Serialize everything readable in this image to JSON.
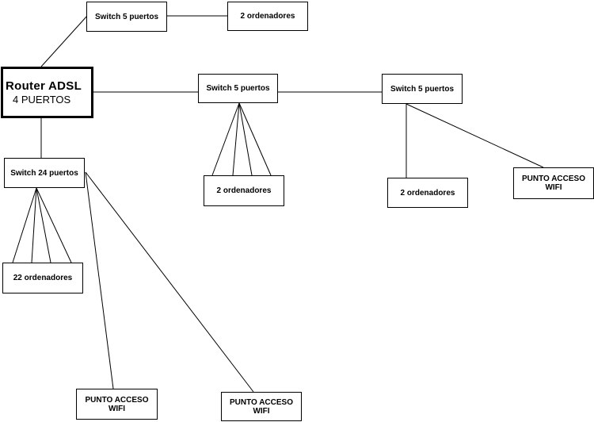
{
  "router": {
    "title": "Router ADSL",
    "subtitle": "4 PUERTOS"
  },
  "nodes": {
    "switch_top": "Switch 5 puertos",
    "pcs_top": "2 ordenadores",
    "switch_mid": "Switch 5 puertos",
    "pcs_mid": "2  ordenadores",
    "switch_right": "Switch 5 puertos",
    "pcs_right": "2  ordenadores",
    "ap_right": {
      "line1": "PUNTO ACCESO",
      "line2": "WIFI"
    },
    "switch_24": "Switch 24 puertos",
    "pcs_22": "22 ordenadores",
    "ap_bottom_1": {
      "line1": "PUNTO ACCESO",
      "line2": "WIFI"
    },
    "ap_bottom_2": {
      "line1": "PUNTO ACCESO",
      "line2": "WIFI"
    }
  },
  "colors": {
    "line": "#000000",
    "background": "#ffffff"
  }
}
